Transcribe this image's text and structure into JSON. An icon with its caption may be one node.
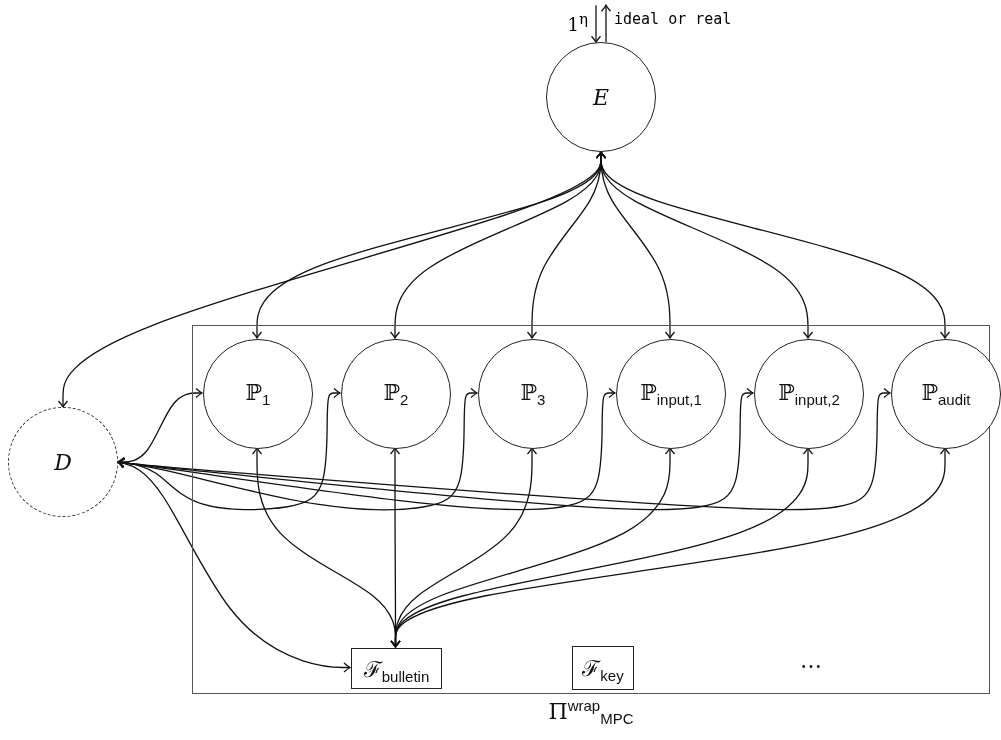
{
  "diagram": {
    "nodes": [
      {
        "text": [
          "E"
        ]
      },
      {
        "text": [
          "D"
        ]
      },
      {
        "text": [
          "Π$^{wrap}$$_{MPC}$"
        ]
      },
      {
        "text": [
          "ℙ$_{1}$"
        ],
        "in": 2
      },
      {
        "text": [
          "ℙ$_{2}$"
        ],
        "in": 2
      },
      {
        "text": [
          "ℙ$_{3}$"
        ],
        "in": 2
      },
      {
        "text": [
          "ℙ$_{input,1}$"
        ],
        "in": 2
      },
      {
        "text": [
          "ℙ$_{input,2}$"
        ],
        "in": 2
      },
      {
        "text": [
          "ℙ$_{audit}$"
        ],
        "in": 2
      },
      {
        "text": [
          "ℱ$_{bulletin}$"
        ],
        "in": 2
      },
      {
        "text": [
          "ℱ$_{key}$"
        ],
        "in": 2
      }
    ],
    "edges": [
      {
        "from": null,
        "to": 0,
        "arrow": "to",
        "label": "1$^{η}$"
      },
      {
        "from": 0,
        "to": null,
        "arrow": "to",
        "label": "ideal or real"
      },
      {
        "from": 0,
        "to": 1,
        "arrow": "both"
      },
      {
        "from": 0,
        "to": 3,
        "arrow": "both"
      },
      {
        "from": 0,
        "to": 4,
        "arrow": "both"
      },
      {
        "from": 0,
        "to": 5,
        "arrow": "both"
      },
      {
        "from": 0,
        "to": 6,
        "arrow": "both"
      },
      {
        "from": 0,
        "to": 7,
        "arrow": "both"
      },
      {
        "from": 0,
        "to": 8,
        "arrow": "both"
      },
      {
        "from": 1,
        "to": 3,
        "arrow": "both"
      },
      {
        "from": 1,
        "to": 4,
        "arrow": "both"
      },
      {
        "from": 1,
        "to": 5,
        "arrow": "both"
      },
      {
        "from": 1,
        "to": 6,
        "arrow": "both"
      },
      {
        "from": 1,
        "to": 7,
        "arrow": "both"
      },
      {
        "from": 1,
        "to": 8,
        "arrow": "both"
      },
      {
        "from": 1,
        "to": 9,
        "arrow": "both"
      },
      {
        "from": 9,
        "to": 3,
        "arrow": "both"
      },
      {
        "from": 9,
        "to": 4,
        "arrow": "both"
      },
      {
        "from": 9,
        "to": 5,
        "arrow": "both"
      },
      {
        "from": 9,
        "to": 6,
        "arrow": "both"
      },
      {
        "from": 9,
        "to": 7,
        "arrow": "both"
      },
      {
        "from": 9,
        "to": 8,
        "arrow": "both"
      }
    ],
    "labels": [
      "…"
    ]
  }
}
